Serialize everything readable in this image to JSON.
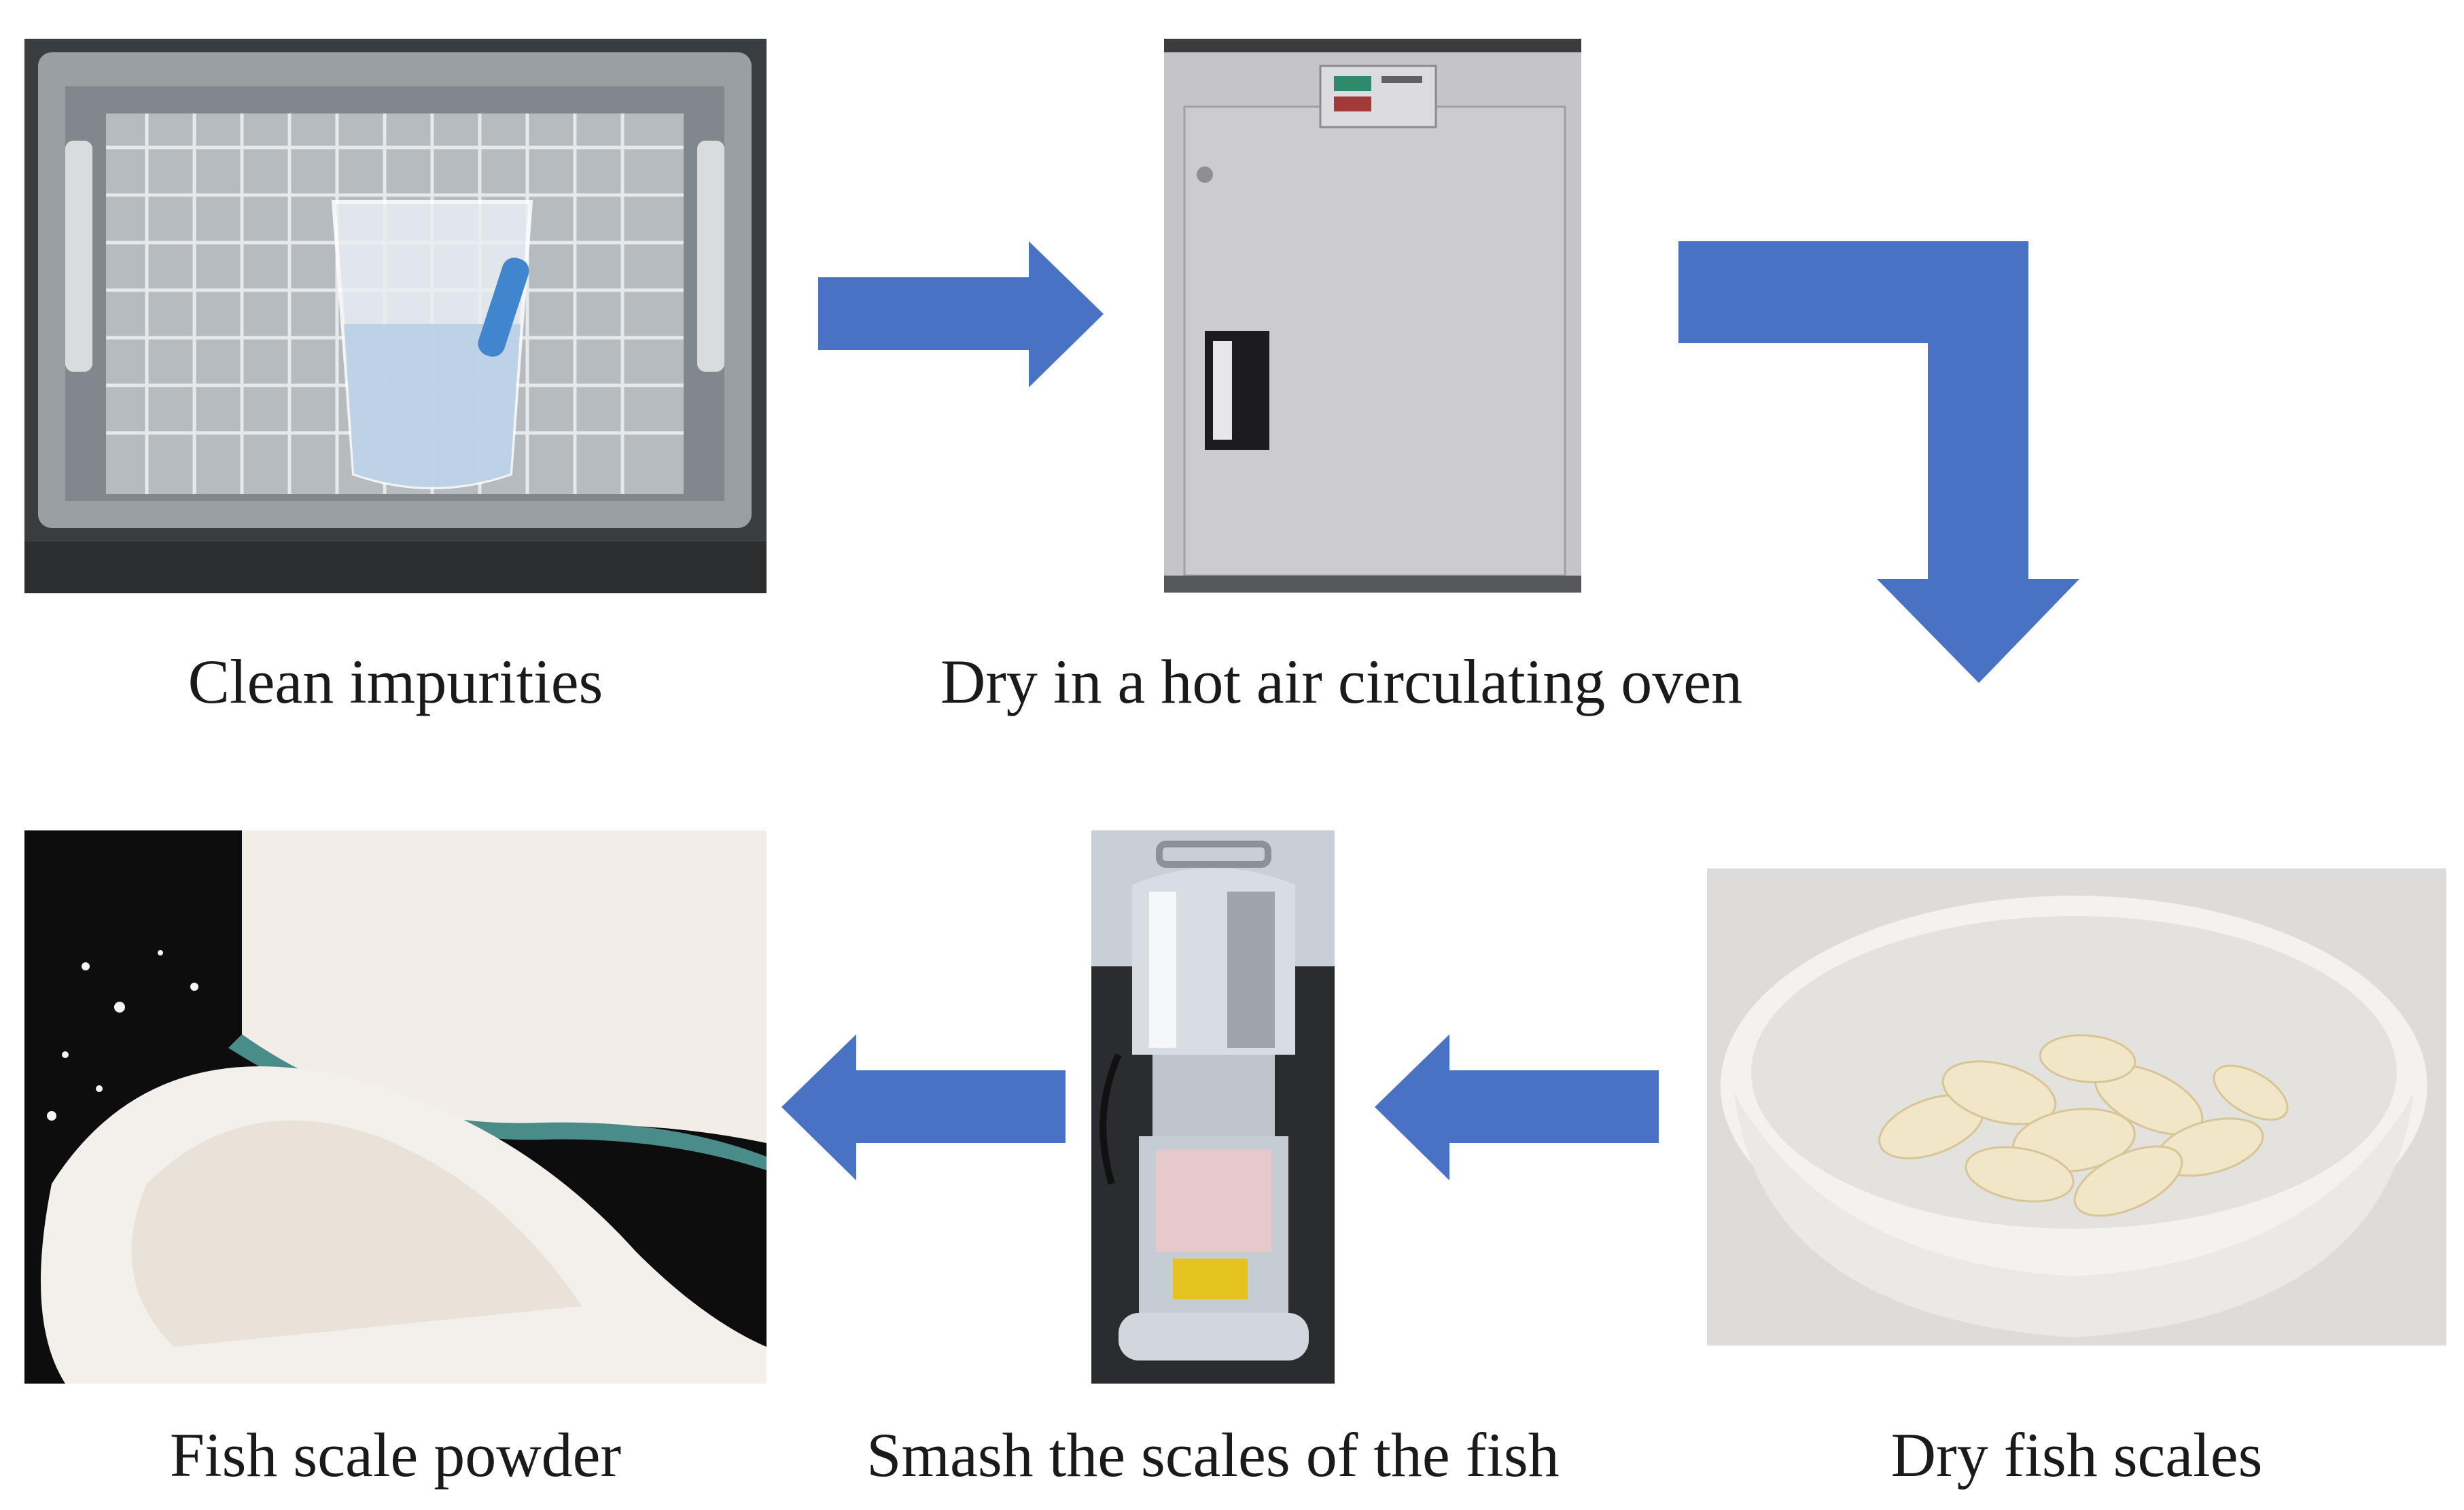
{
  "diagram": {
    "arrow_color": "#4a72c4",
    "steps": [
      {
        "id": "clean",
        "label": "Clean impurities",
        "image": "ultrasonic-cleaner-basket-with-beaker"
      },
      {
        "id": "oven",
        "label": "Dry in a hot air circulating oven",
        "image": "hot-air-circulating-oven"
      },
      {
        "id": "dry",
        "label": "Dry fish scales",
        "image": "bowl-of-dried-fish-scales"
      },
      {
        "id": "smash",
        "label": "Smash the scales of the fish",
        "image": "electric-grinder"
      },
      {
        "id": "powder",
        "label": "Fish scale powder",
        "image": "white-powder-pile"
      }
    ],
    "flow": [
      "clean",
      "oven",
      "dry",
      "smash",
      "powder"
    ]
  }
}
